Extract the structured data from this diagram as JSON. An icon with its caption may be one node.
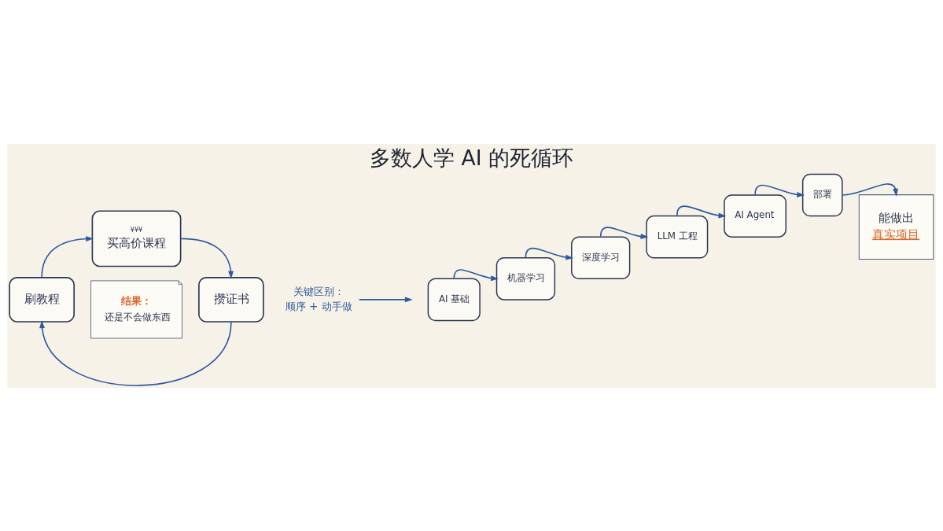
{
  "diagram": {
    "title": "多数人学 AI 的死循环",
    "nodes": [
      {
        "text": [
          "¥¥¥",
          "买高价课程"
        ]
      },
      {
        "text": [
          "攒证书"
        ]
      },
      {
        "text": [
          "刷教程"
        ]
      },
      {
        "text": [
          "结果：",
          "还是不会做东西"
        ]
      },
      {
        "text": [
          "关键区别：",
          "顺序 + 动手做"
        ]
      },
      {
        "text": [
          "AI 基础"
        ]
      },
      {
        "text": [
          "机器学习"
        ]
      },
      {
        "text": [
          "深度学习"
        ]
      },
      {
        "text": [
          "LLM 工程"
        ]
      },
      {
        "text": [
          "AI Agent"
        ]
      },
      {
        "text": [
          "部署"
        ]
      },
      {
        "text": [
          "能做出",
          "真实项目"
        ]
      }
    ],
    "edges": [
      {
        "from": 2,
        "to": 0,
        "arrow": "to"
      },
      {
        "from": 0,
        "to": 1,
        "arrow": "to"
      },
      {
        "from": 1,
        "to": 2,
        "arrow": "to"
      },
      {
        "from": 4,
        "to": null,
        "arrow": "to"
      },
      {
        "from": 5,
        "to": 6,
        "arrow": "to"
      },
      {
        "from": 6,
        "to": 7,
        "arrow": "to"
      },
      {
        "from": 7,
        "to": 8,
        "arrow": "to"
      },
      {
        "from": 8,
        "to": 9,
        "arrow": "to"
      },
      {
        "from": 9,
        "to": 10,
        "arrow": "to"
      },
      {
        "from": 10,
        "to": 11,
        "arrow": "to"
      }
    ]
  }
}
